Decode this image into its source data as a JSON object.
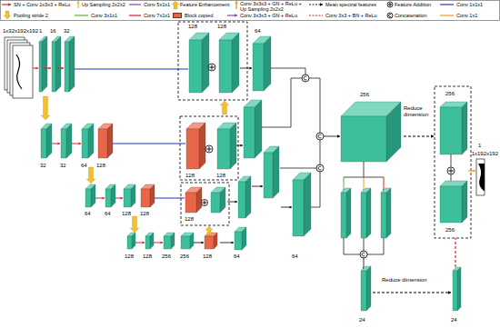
{
  "diagram": {
    "labels": [
      "1x32x192x192",
      "1",
      "16",
      "32",
      "128",
      "128",
      "64",
      "32",
      "32",
      "64",
      "128",
      "128",
      "128",
      "64",
      "64",
      "128",
      "128",
      "128",
      "128",
      "128",
      "256",
      "256",
      "128",
      "64",
      "64",
      "256",
      "Reduce dimension",
      "256",
      "256",
      "1",
      "1x192x192",
      "Reduce dimension",
      "24",
      "24"
    ],
    "legend": [
      {
        "text": "SN + Conv 1x3x3 + ReLu"
      },
      {
        "text": "Up Sampling 2x2x2"
      },
      {
        "text": "Conv 5x1x1"
      },
      {
        "text": "Feature Enhancement"
      },
      {
        "text": "Conv 3x3x3 + GN + ReLu + Up Sampling 2x2x2"
      },
      {
        "text": "Mean spectral features"
      },
      {
        "text": "Feature Addition"
      },
      {
        "text": "Conv 1x1x1"
      },
      {
        "text": "Pooling stride 2"
      },
      {
        "text": "Conv 3x1x1"
      },
      {
        "text": "Conv 7x1x1"
      },
      {
        "text": "Block copied",
        "color": "#e8674a"
      },
      {
        "text": "Conv 3x3x3 + GN + ReLu"
      },
      {
        "text": "Conv 3x3 + BN + ReLu"
      },
      {
        "text": "Concatenation"
      },
      {
        "text": "Conv 1x1"
      }
    ]
  }
}
